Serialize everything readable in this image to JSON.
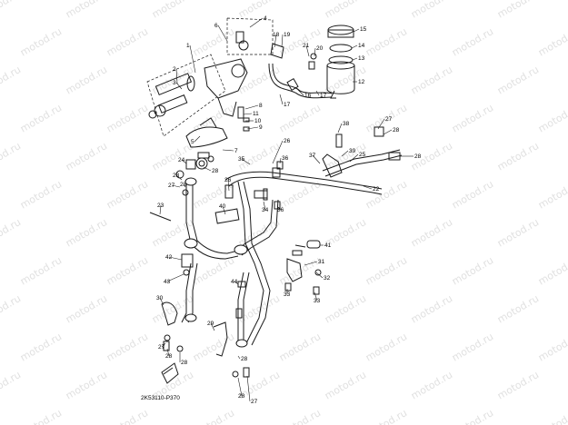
{
  "diagram": {
    "drawing_code": "2K53110-P370",
    "watermark": "motod.ru",
    "callouts": [
      {
        "id": "c1",
        "text": "1"
      },
      {
        "id": "c2",
        "text": "2"
      },
      {
        "id": "c3",
        "text": "3"
      },
      {
        "id": "c4",
        "text": "4"
      },
      {
        "id": "c5",
        "text": "5"
      },
      {
        "id": "c6",
        "text": "6"
      },
      {
        "id": "c7",
        "text": "7"
      },
      {
        "id": "c8",
        "text": "8"
      },
      {
        "id": "c9",
        "text": "9"
      },
      {
        "id": "c10",
        "text": "10"
      },
      {
        "id": "c11",
        "text": "11"
      },
      {
        "id": "c12",
        "text": "12"
      },
      {
        "id": "c13",
        "text": "13"
      },
      {
        "id": "c14",
        "text": "14"
      },
      {
        "id": "c15",
        "text": "15"
      },
      {
        "id": "c16",
        "text": "16"
      },
      {
        "id": "c17a",
        "text": "17"
      },
      {
        "id": "c17b",
        "text": "17"
      },
      {
        "id": "c18",
        "text": "18"
      },
      {
        "id": "c19",
        "text": "19"
      },
      {
        "id": "c20",
        "text": "20"
      },
      {
        "id": "c21",
        "text": "21"
      },
      {
        "id": "c22",
        "text": "22"
      },
      {
        "id": "c23",
        "text": "23"
      },
      {
        "id": "c24",
        "text": "24"
      },
      {
        "id": "c25",
        "text": "25"
      },
      {
        "id": "c26a",
        "text": "26"
      },
      {
        "id": "c26b",
        "text": "26"
      },
      {
        "id": "c27a",
        "text": "27"
      },
      {
        "id": "c27b",
        "text": "27"
      },
      {
        "id": "c27c",
        "text": "27"
      },
      {
        "id": "c27d",
        "text": "27"
      },
      {
        "id": "c28a",
        "text": "28"
      },
      {
        "id": "c28b",
        "text": "28"
      },
      {
        "id": "c28c",
        "text": "28"
      },
      {
        "id": "c28d",
        "text": "28"
      },
      {
        "id": "c28e",
        "text": "28"
      },
      {
        "id": "c28f",
        "text": "28"
      },
      {
        "id": "c28g",
        "text": "28"
      },
      {
        "id": "c28h",
        "text": "28"
      },
      {
        "id": "c28i",
        "text": "28"
      },
      {
        "id": "c29",
        "text": "29"
      },
      {
        "id": "c30",
        "text": "30"
      },
      {
        "id": "c31",
        "text": "31"
      },
      {
        "id": "c32",
        "text": "32"
      },
      {
        "id": "c33a",
        "text": "33"
      },
      {
        "id": "c33b",
        "text": "33"
      },
      {
        "id": "c34",
        "text": "34"
      },
      {
        "id": "c35",
        "text": "35"
      },
      {
        "id": "c36a",
        "text": "36"
      },
      {
        "id": "c36b",
        "text": "36"
      },
      {
        "id": "c37",
        "text": "37"
      },
      {
        "id": "c38",
        "text": "38"
      },
      {
        "id": "c39",
        "text": "39"
      },
      {
        "id": "c40",
        "text": "40"
      },
      {
        "id": "c41",
        "text": "41"
      },
      {
        "id": "c42",
        "text": "42"
      },
      {
        "id": "c43",
        "text": "43"
      },
      {
        "id": "c44",
        "text": "44"
      }
    ]
  }
}
